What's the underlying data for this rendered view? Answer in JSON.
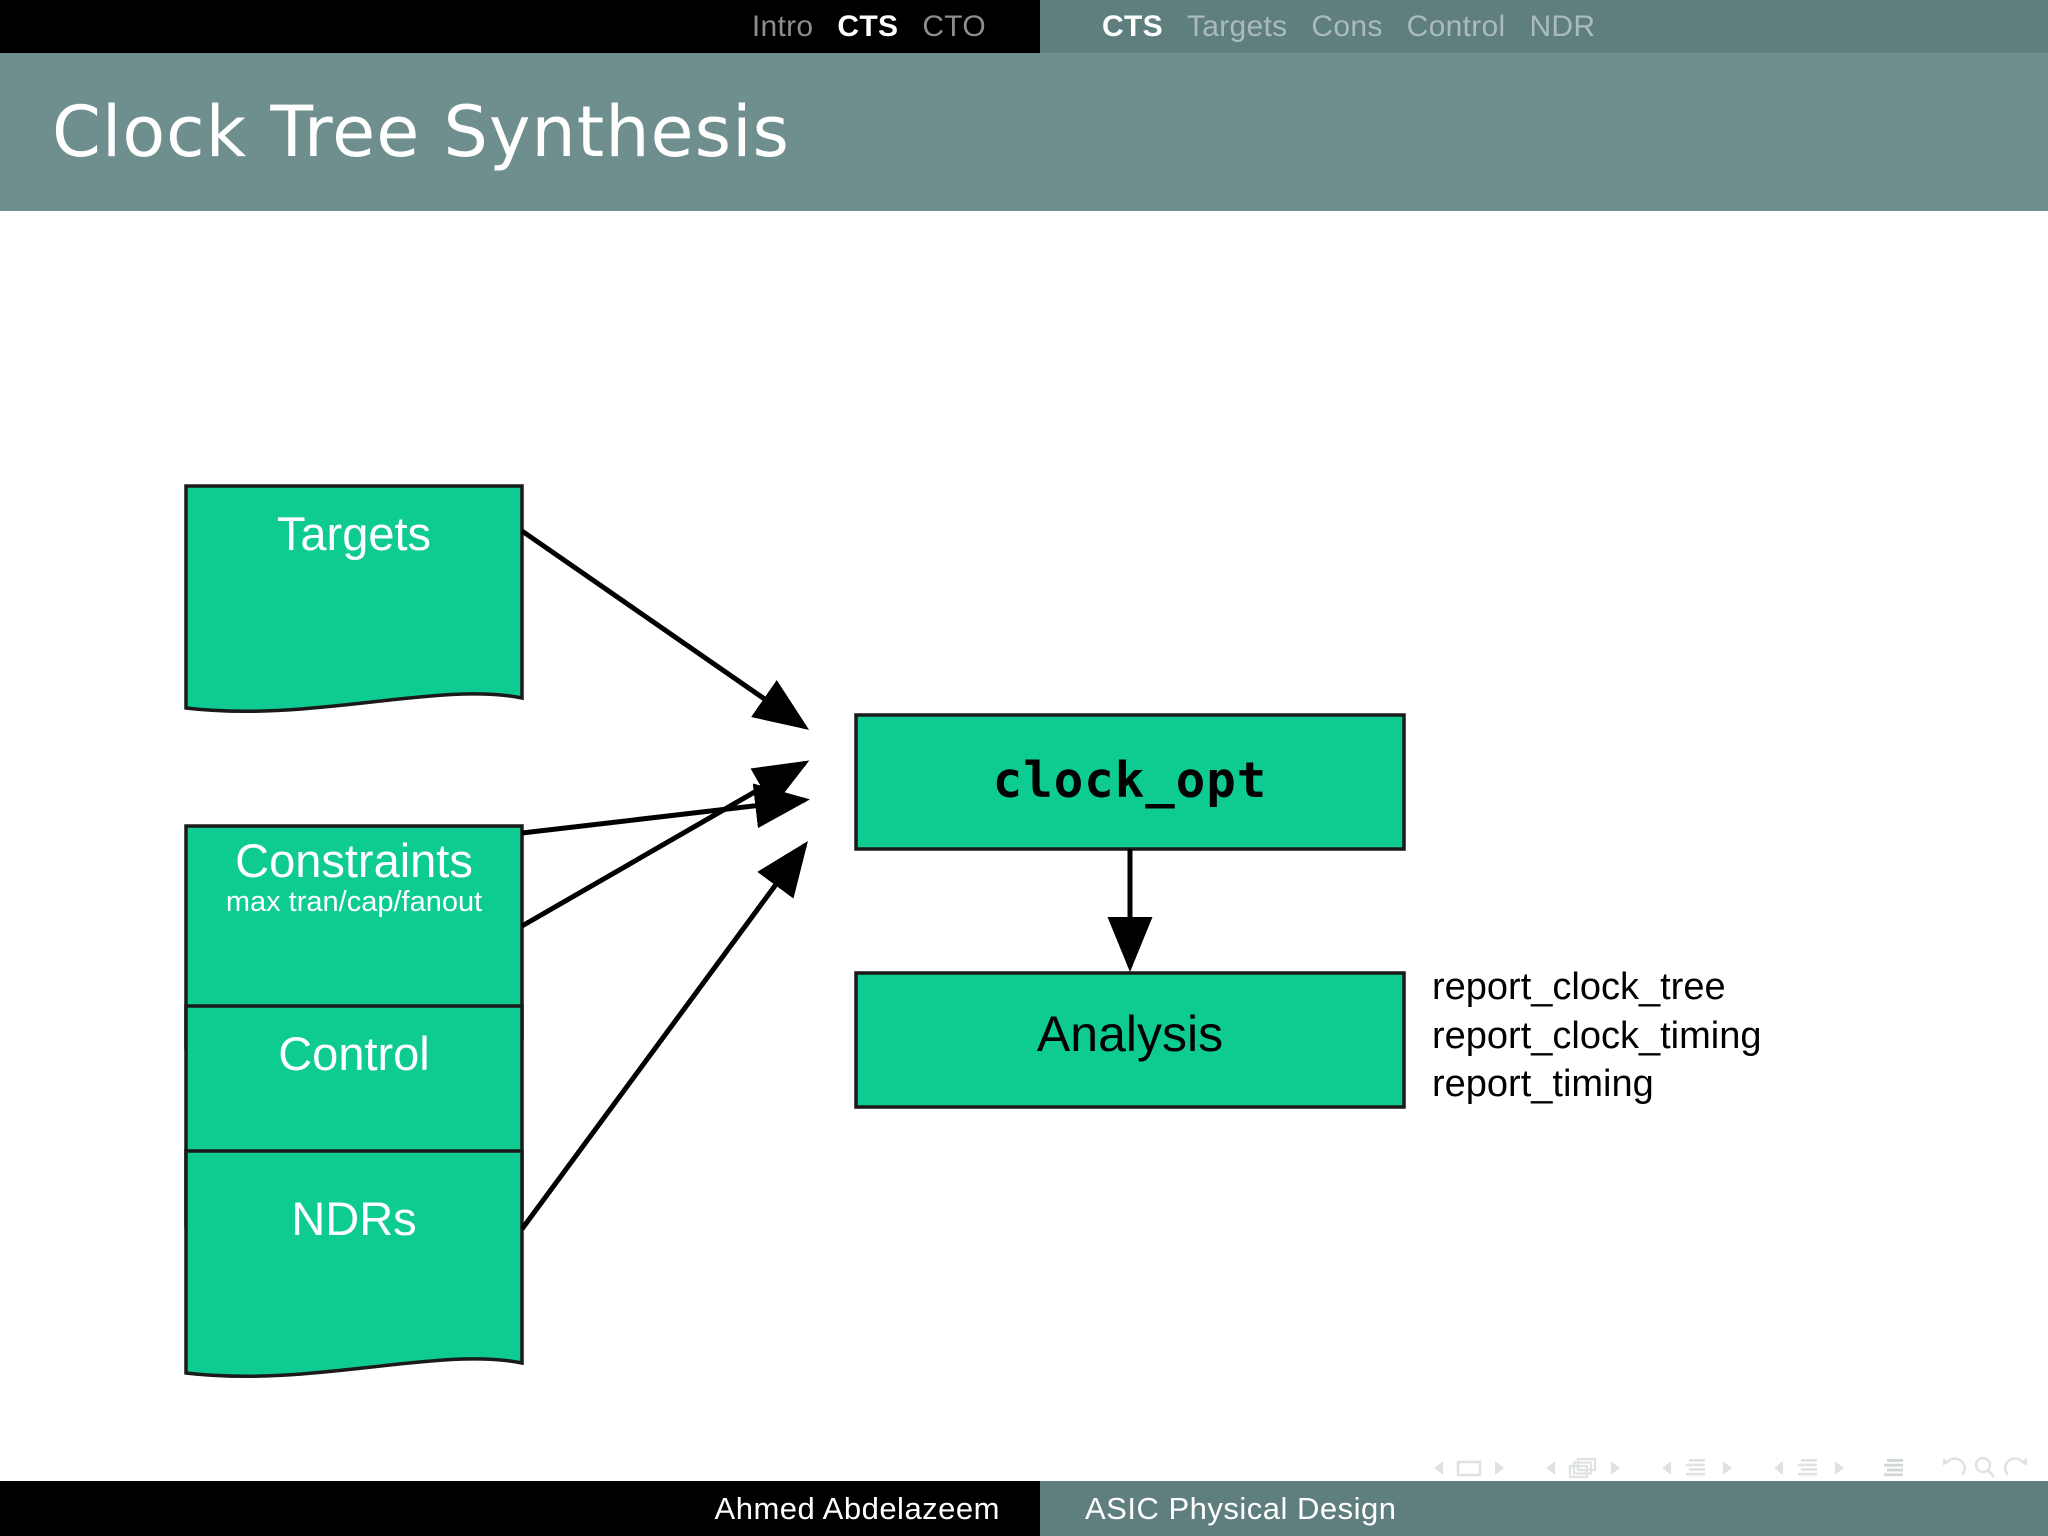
{
  "nav": {
    "left_section": {
      "items": [
        {
          "label": "Intro",
          "active": false
        },
        {
          "label": "CTS",
          "active": true
        },
        {
          "label": "CTO",
          "active": false
        }
      ]
    },
    "right_section": {
      "items": [
        {
          "label": "CTS",
          "active": true
        },
        {
          "label": "Targets",
          "active": false
        },
        {
          "label": "Cons",
          "active": false
        },
        {
          "label": "Control",
          "active": false
        },
        {
          "label": "NDR",
          "active": false
        }
      ]
    }
  },
  "header": {
    "title": "Clock Tree Synthesis"
  },
  "diagram": {
    "inputs": [
      {
        "label": "Targets",
        "sublabel": ""
      },
      {
        "label": "Constraints",
        "sublabel": "max tran/cap/fanout"
      },
      {
        "label": "Control",
        "sublabel": ""
      },
      {
        "label": "NDRs",
        "sublabel": ""
      }
    ],
    "process": {
      "label": "clock_opt"
    },
    "analysis": {
      "label": "Analysis"
    },
    "reports": [
      "report_clock_tree",
      "report_clock_timing",
      "report_timing"
    ],
    "colors": {
      "box_fill": "#0ecb92",
      "box_stroke": "#1a1a1a",
      "arrow": "#000000"
    }
  },
  "nav_symbols": [
    "prev-slide-icon",
    "slide-icon",
    "next-slide-icon",
    "prev-frame-icon",
    "frames-icon",
    "next-frame-icon",
    "prev-subsection-icon",
    "subsection-icon",
    "next-subsection-icon",
    "prev-section-icon",
    "section-icon",
    "next-section-icon",
    "document-icon",
    "back-icon",
    "search-icon",
    "forward-icon"
  ],
  "footer": {
    "author": "Ahmed Abdelazeem",
    "course": "ASIC Physical Design"
  }
}
